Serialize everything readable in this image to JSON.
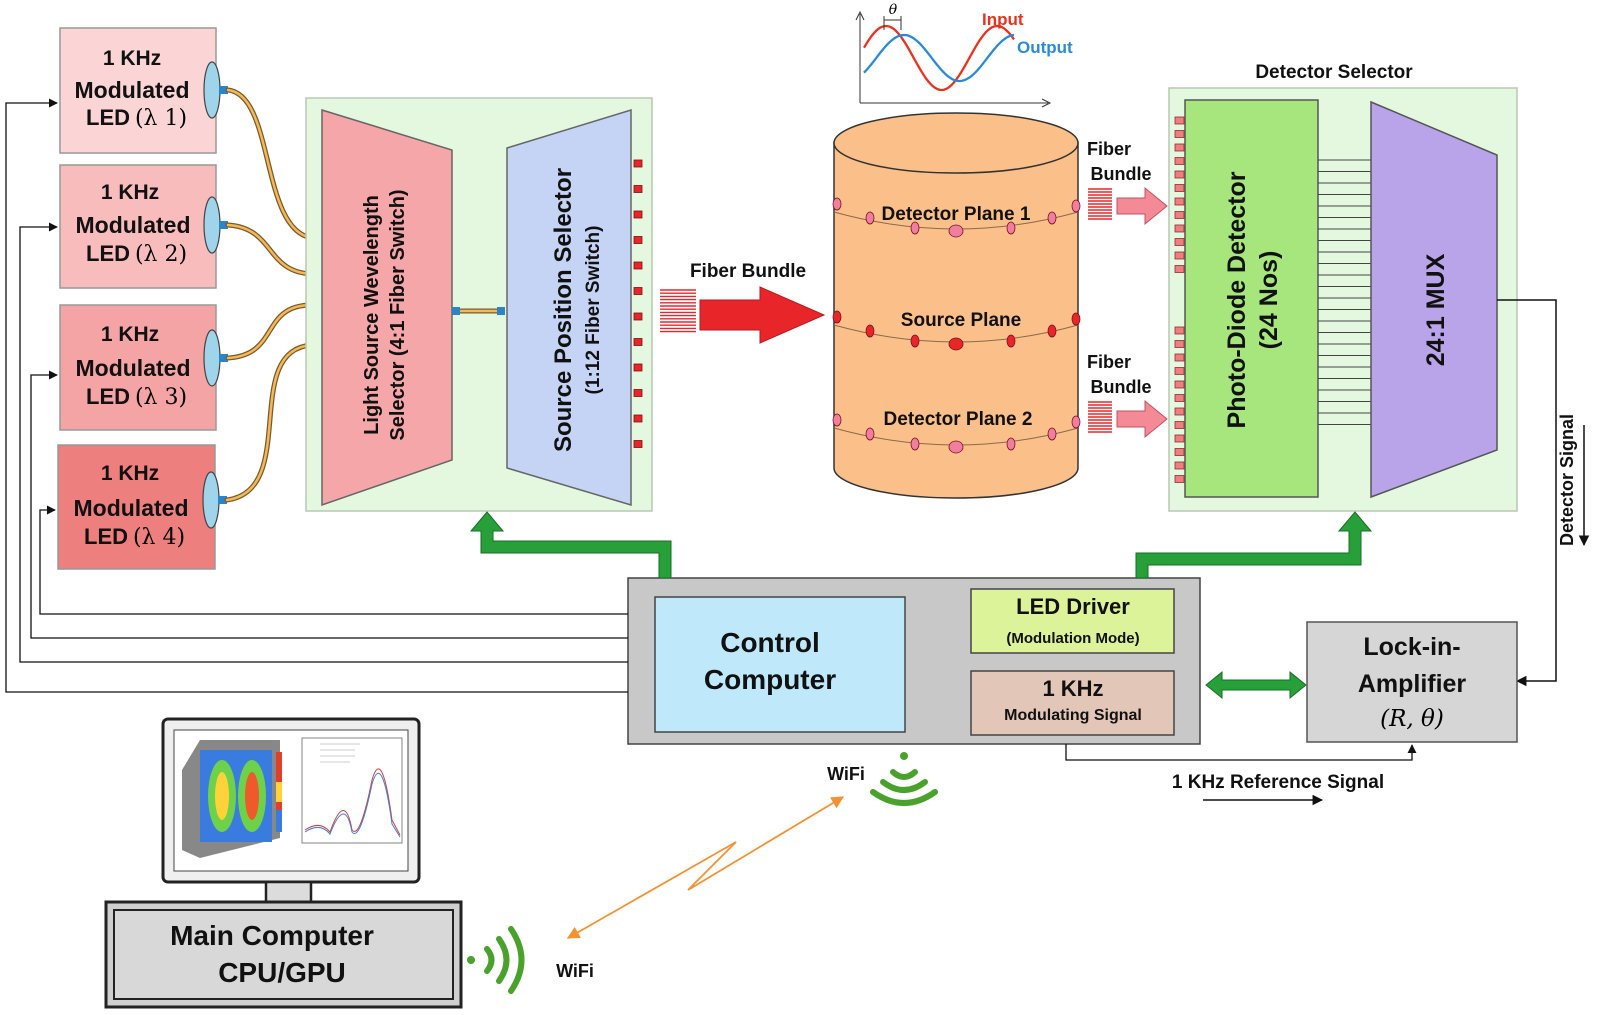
{
  "leds": [
    {
      "freq": "1 KHz",
      "type": "Modulated",
      "name": "LED",
      "lambda": "(λ 1)",
      "fill": "#fbd5d5"
    },
    {
      "freq": "1 KHz",
      "type": "Modulated",
      "name": "LED",
      "lambda": "(λ 2)",
      "fill": "#f8bcbc"
    },
    {
      "freq": "1 KHz",
      "type": "Modulated",
      "name": "LED",
      "lambda": "(λ 3)",
      "fill": "#f4a4a4"
    },
    {
      "freq": "1 KHz",
      "type": "Modulated",
      "name": "LED",
      "lambda": "(λ 4)",
      "fill": "#ee7f7f"
    }
  ],
  "light_source_selector": {
    "line1": "Light Source Wevelength",
    "line2": "Selector (4:1 Fiber Switch)"
  },
  "source_position_selector": {
    "line1": "Source Position Selector",
    "line2": "(1:12 Fiber Switch)"
  },
  "fiber_bundle_main": "Fiber Bundle",
  "waveform": {
    "input_label": "Input",
    "output_label": "Output",
    "phase_label": "θ"
  },
  "phantom": {
    "plane1": "Detector Plane 1",
    "plane_source": "Source Plane",
    "plane2": "Detector Plane 2"
  },
  "fiber_bundle_top": {
    "line1": "Fiber",
    "line2": "Bundle"
  },
  "fiber_bundle_bottom": {
    "line1": "Fiber",
    "line2": "Bundle"
  },
  "detector_selector": {
    "title": "Detector Selector",
    "photodiode_line1": "Photo-Diode Detector",
    "photodiode_line2": "(24 Nos)",
    "mux": "24:1 MUX"
  },
  "detector_signal": "Detector Signal",
  "control_computer": {
    "title_line1": "Control",
    "title_line2": "Computer",
    "led_driver_title": "LED Driver",
    "led_driver_mode": "(Modulation Mode)",
    "mod_signal_freq": "1 KHz",
    "mod_signal_label": "Modulating Signal"
  },
  "lock_in": {
    "line1": "Lock-in-",
    "line2": "Amplifier",
    "line3": "(R, θ)"
  },
  "reference_signal": "1 KHz Reference Signal",
  "wifi_label_top": "WiFi",
  "wifi_label_bottom": "WiFi",
  "main_computer": {
    "line1": "Main Computer",
    "line2": "CPU/GPU"
  },
  "colors": {
    "green_panel": "#e4f8e0",
    "wavelength_selector": "#f5a6a8",
    "position_selector": "#c5d3f5",
    "phantom": "#fbbf8a",
    "photodiode": "#a6e67c",
    "mux": "#b9a4ea",
    "control_box": "#c8c8c8",
    "control_screen": "#bfe8fb",
    "led_driver": "#dcf39a",
    "mod_signal": "#e2c7b9",
    "lock_in": "#d6d6d6",
    "green_arrow": "#27a03a",
    "red_arrow": "#e8262a",
    "pink_arrow": "#f48a96",
    "wifi": "#4aa12c",
    "wireless_link": "#f29233"
  }
}
